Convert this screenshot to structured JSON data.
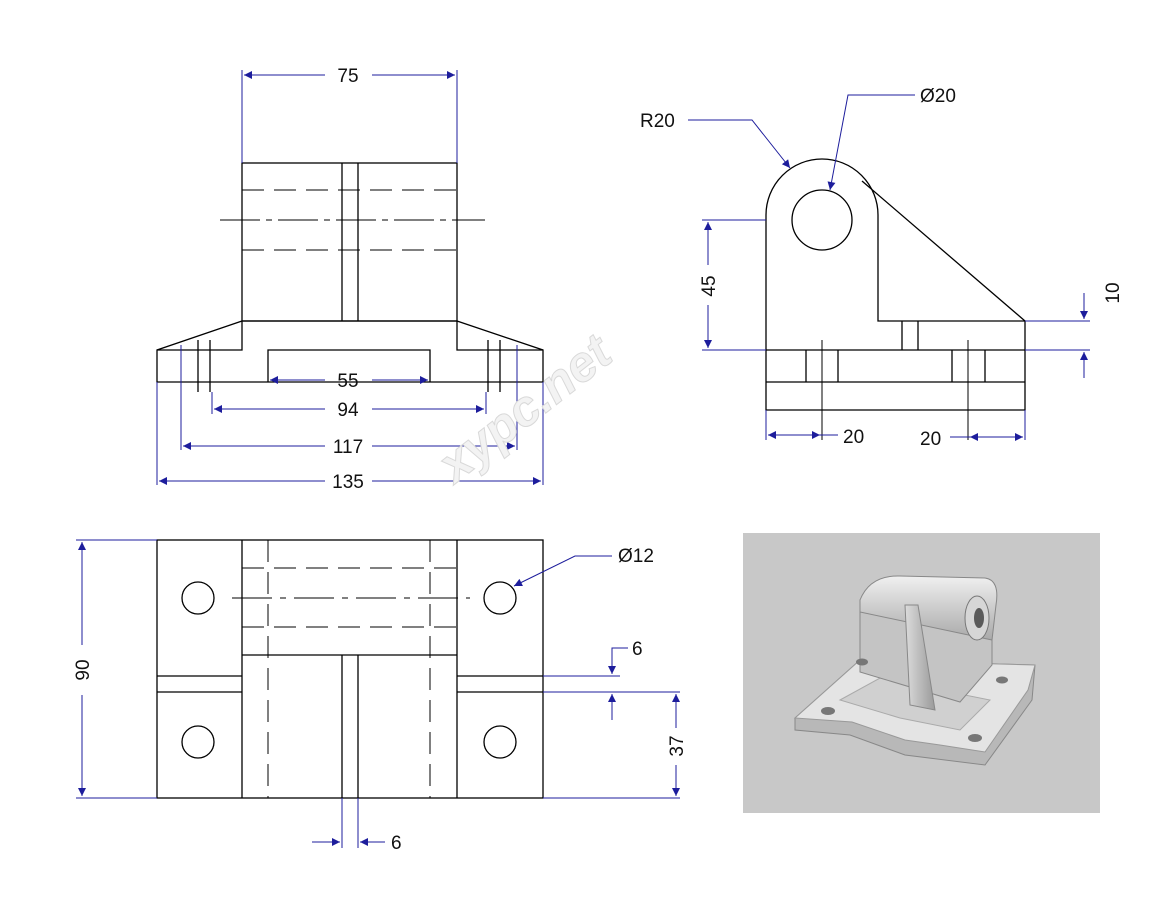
{
  "drawing": {
    "front_view": {
      "dim_width_top": "75",
      "dim_slot": "55",
      "dim_hole_spacing_inner": "94",
      "dim_hole_spacing_outer": "117",
      "dim_overall_width": "135"
    },
    "side_view": {
      "radius_label": "R20",
      "bore_label": "Ø20",
      "height_label": "45",
      "base_thickness_label": "10",
      "hole_offset_left": "20",
      "hole_offset_right": "20"
    },
    "top_view": {
      "hole_label": "Ø12",
      "depth_label": "90",
      "web_offset_label": "6",
      "rib_thickness_label": "6",
      "base_depth_label": "37"
    },
    "watermark": "xypc.net"
  },
  "colors": {
    "dimension": "#1d1d9c",
    "geometry": "#000000",
    "render_background": "#c8c8c8"
  }
}
